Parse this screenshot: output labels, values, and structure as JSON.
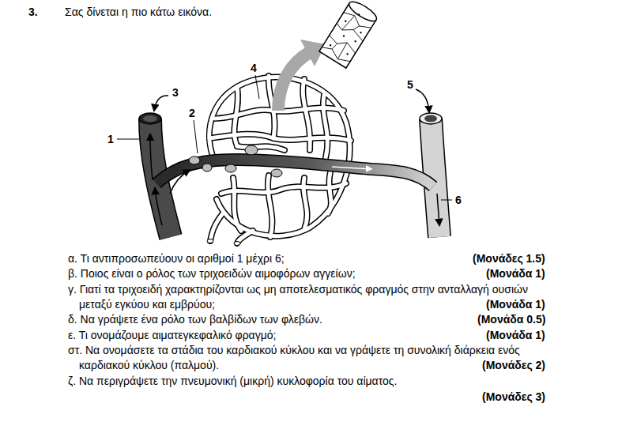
{
  "diagram": {
    "labels": [
      "3.",
      "Σας δίνεται η πιο κάτω εικόνα.",
      "3",
      "2",
      "1",
      "4",
      "5",
      "6",
      "α. Τι αντιπροσωπεύουν οι αριθμοί 1 μέχρι 6;",
      "(Μονάδες 1.5)",
      "β. Ποιος είναι ο ρόλος των τριχοειδών αιμοφόρων αγγείων;",
      "(Μονάδα 1)",
      "γ. Γιατί τα τριχοειδή χαρακτηρίζονται ως μη αποτελεσματικός φραγμός στην ανταλλαγή ουσιών μεταξύ εγκύου και εμβρύου;",
      "(Μονάδα 1)",
      "δ. Να γράψετε ένα ρόλο των βαλβίδων των φλεβών.",
      "(Μονάδα 0.5)",
      "ε. Τι ονομάζουμε αιματεγκεφαλικό φραγμό;",
      "(Μονάδα 1)",
      "στ. Να ονομάσετε τα στάδια του καρδιακού κύκλου και να γράψετε τη συνολική διάρκεια ενός καρδιακού κύκλου (παλμού).",
      "(Μονάδες 2)",
      "ζ. Να περιγράψετε την πνευμονική (μικρή) κυκλοφορία του αίματος.",
      "(Μονάδες 3)"
    ]
  }
}
